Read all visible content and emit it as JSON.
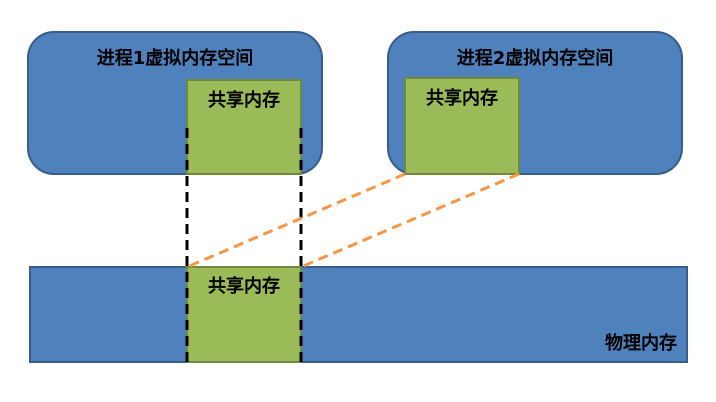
{
  "process1": {
    "title": "进程1虚拟内存空间",
    "shared_label": "共享内存"
  },
  "process2": {
    "title": "进程2虚拟内存空间",
    "shared_label": "共享内存"
  },
  "physical": {
    "title": "物理内存",
    "shared_label": "共享内存"
  },
  "colors": {
    "box_fill": "#4f81bd",
    "box_border": "#385d8a",
    "shared_fill": "#9bbb59",
    "shared_border": "#71893f",
    "process1_link": "#000000",
    "process2_link": "#f79646"
  }
}
